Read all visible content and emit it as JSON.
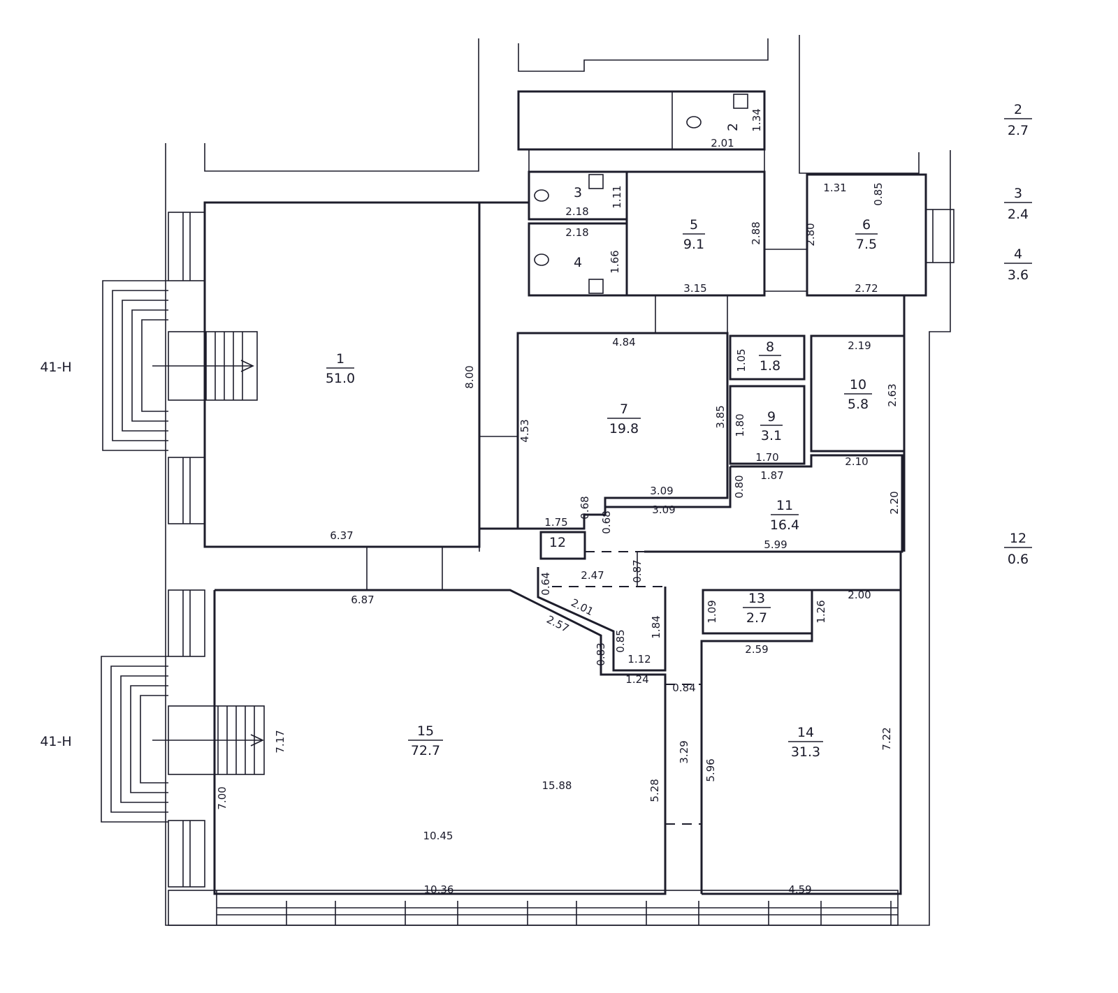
{
  "rooms": [
    {
      "number": "1",
      "area": "51.0"
    },
    {
      "number": "2",
      "area": ""
    },
    {
      "number": "3",
      "area": ""
    },
    {
      "number": "4",
      "area": ""
    },
    {
      "number": "5",
      "area": "9.1"
    },
    {
      "number": "6",
      "area": "7.5"
    },
    {
      "number": "7",
      "area": "19.8"
    },
    {
      "number": "8",
      "area": "1.8"
    },
    {
      "number": "9",
      "area": "3.1"
    },
    {
      "number": "10",
      "area": "5.8"
    },
    {
      "number": "11",
      "area": "16.4"
    },
    {
      "number": "12",
      "area": ""
    },
    {
      "number": "13",
      "area": "2.7"
    },
    {
      "number": "14",
      "area": "31.3"
    },
    {
      "number": "15",
      "area": "72.7"
    }
  ],
  "dimensions": [
    "8.00",
    "6.37",
    "1.34",
    "2.01",
    "1.11",
    "2.18",
    "2.18",
    "1.66",
    "2.88",
    "3.15",
    "1.31",
    "0.85",
    "2.80",
    "2.72",
    "4.84",
    "4.53",
    "3.85",
    "3.09",
    "0.68",
    "1.75",
    "1.05",
    "2.19",
    "1.80",
    "1.70",
    "2.63",
    "2.10",
    "1.87",
    "0.80",
    "3.09",
    "0.68",
    "2.20",
    "5.99",
    "6.87",
    "2.47",
    "0.64",
    "0.87",
    "2.01",
    "2.57",
    "1.84",
    "0.83",
    "0.85",
    "1.12",
    "1.24",
    "1.09",
    "1.26",
    "2.00",
    "2.59",
    "0.84",
    "7.17",
    "7.00",
    "15.88",
    "5.28",
    "3.29",
    "5.96",
    "7.22",
    "10.45",
    "10.36",
    "4.59"
  ],
  "side_labels": [
    {
      "number": "2",
      "area": "2.7"
    },
    {
      "number": "3",
      "area": "2.4"
    },
    {
      "number": "4",
      "area": "3.6"
    },
    {
      "number": "12",
      "area": "0.6"
    }
  ],
  "entrances": [
    "41-Н",
    "41-Н"
  ]
}
